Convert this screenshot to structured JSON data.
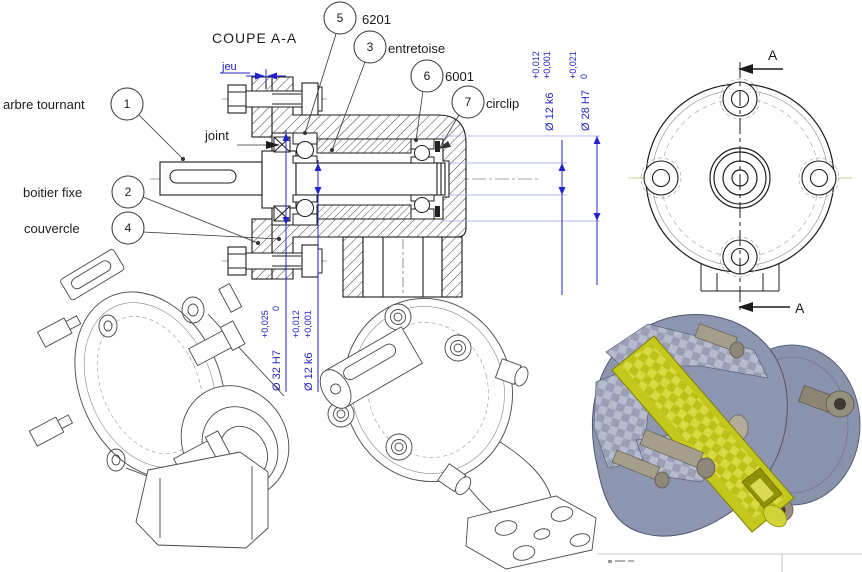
{
  "section_view": {
    "title": "COUPE A-A",
    "part_labels": {
      "arbre_tournant": "arbre tournant",
      "boitier_fixe": "boitier fixe",
      "couvercle": "couvercle",
      "joint": "joint",
      "entretoise": "entretoise",
      "circlip": "circlip",
      "bearing_6201": "6201",
      "bearing_6001": "6001",
      "jeu": "jeu"
    },
    "balloons": {
      "b1": "1",
      "b2": "2",
      "b3": "3",
      "b4": "4",
      "b5": "5",
      "b6": "6",
      "b7": "7"
    },
    "dimensions": {
      "shaft_right": {
        "nominal": "Ø 12 k6",
        "upper": "+0,012",
        "lower": "+0,001"
      },
      "bore_28": {
        "nominal": "Ø 28 H7",
        "upper": "+0,021",
        "lower": "0"
      },
      "bore_32": {
        "nominal": "Ø 32 H7",
        "upper": "+0,025",
        "lower": "0"
      },
      "shaft_bottom": {
        "nominal": "Ø 12 k6",
        "upper": "+0,012",
        "lower": "+0,001"
      }
    }
  },
  "front_view": {
    "section_arrow_top": "A",
    "section_arrow_bottom": "A"
  },
  "colors": {
    "dimension_blue": "#2323cb",
    "drawing_line": "#1c1c1c",
    "housing_blue": "#8d96b0",
    "shaft_yellow": "#c6c71d"
  }
}
